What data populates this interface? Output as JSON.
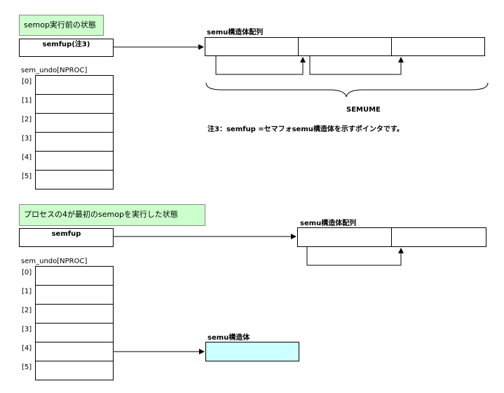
{
  "section1": {
    "title": "semop実行前の状態",
    "semfup_label": "semfup(注3)",
    "array_label": "semu構造体配列",
    "brace_label": "SEMUME",
    "note": "注3：semfup =セマフォsemu構造体を示すポインタです。",
    "undo_label": "sem_undo[NPROC]",
    "rows": [
      "[0]",
      "[1]",
      "[2]",
      "[3]",
      "[4]",
      "[5]"
    ]
  },
  "section2": {
    "title": "プロセスの4が最初のsemopを実行した状態",
    "semfup_label": "semfup",
    "array_label": "semu構造体配列",
    "undo_label": "sem_undo[NPROC]",
    "rows": [
      "[0]",
      "[1]",
      "[2]",
      "[3]",
      "[4]",
      "[5]"
    ],
    "struct_label": "semu構造体"
  },
  "colors": {
    "title_bg": "#ccffcc",
    "struct_bg": "#ccffff"
  }
}
